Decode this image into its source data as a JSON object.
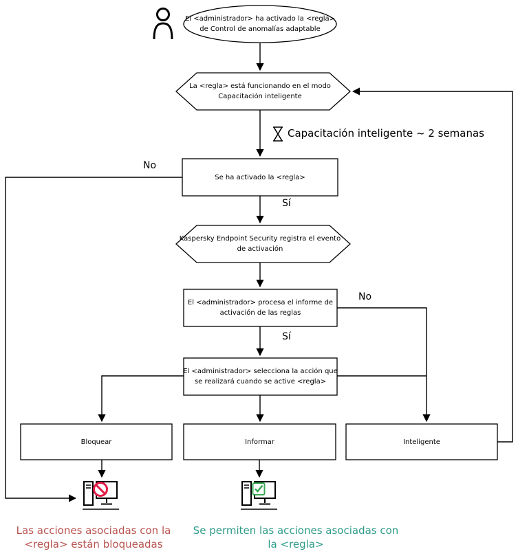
{
  "diagram": {
    "nodes": {
      "start": "El <administrador> ha activado la <regla>\nde Control de anomalías adaptable",
      "mode": "La <regla> está funcionando en el modo\nCapacitación inteligente",
      "activated": "Se ha activado la <regla>",
      "registers": "Kaspersky Endpoint Security registra el evento\nde activación",
      "processes": "El <administrador> procesa el informe de\nactivación de las reglas",
      "selects": "El <administrador> selecciona la acción que\nse realizará cuando se active <regla>",
      "action_block": "Bloquear",
      "action_inform": "Informar",
      "action_smart": "Inteligente"
    },
    "edge_labels": {
      "training_period": "Capacitación inteligente ~ 2 semanas",
      "rule_not_triggered": "No",
      "rule_triggered": "Sí",
      "report_not_processed": "No",
      "report_processed": "Sí"
    },
    "captions": {
      "blocked": "Las acciones asociadas con la\n<regla> están bloqueadas",
      "allowed": "Se permiten las acciones asociadas con\nla <regla>"
    },
    "icons": {
      "person": "person-icon",
      "hourglass": "hourglass-icon",
      "blocked_monitor": "computer-blocked-icon",
      "allowed_monitor": "computer-allowed-icon"
    },
    "colors": {
      "line": "#000000",
      "blocked_caption": "#b85450",
      "allowed_caption": "#2e9c89",
      "prohibition_sign": "#e11d48",
      "check_sign": "#3aa655"
    }
  }
}
